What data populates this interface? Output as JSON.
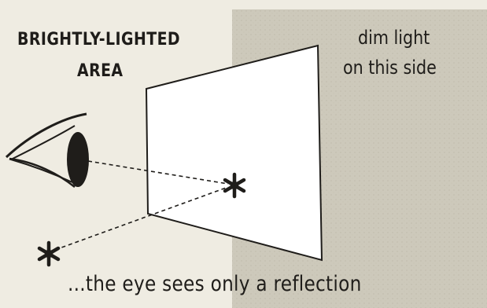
{
  "labels": {
    "bright_area_line1": "BRIGHTLY-LIGHTED",
    "bright_area_line2": "AREA",
    "dim_side_line1": "dim light",
    "dim_side_line2": "on this side",
    "caption": "...the eye sees only a reflection"
  },
  "colors": {
    "bright_background": "#efece2",
    "dim_background": "#cdc9bb",
    "ink": "#1f1d1a"
  },
  "icons": {
    "eye": "eye-icon",
    "object_star": "asterisk-object",
    "reflection_star": "asterisk-reflection"
  }
}
